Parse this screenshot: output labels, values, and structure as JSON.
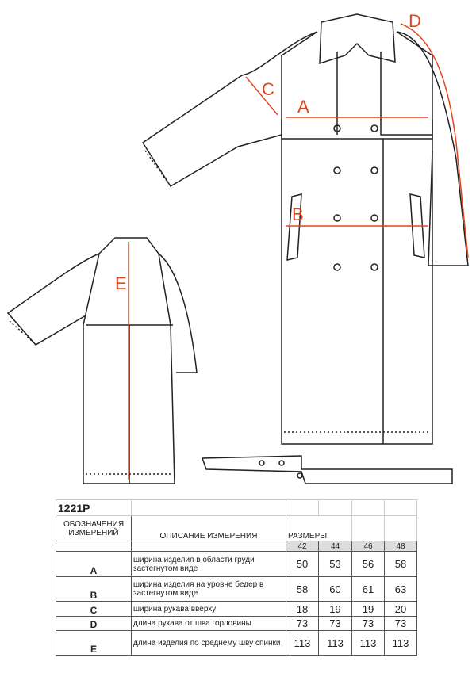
{
  "labels": {
    "A": "A",
    "B": "B",
    "C": "C",
    "D": "D",
    "E": "E"
  },
  "colors": {
    "measure": "#e0461e",
    "line": "#222222"
  },
  "table": {
    "model": "1221Р",
    "header_code": "ОБОЗНАЧЕНИЯ ИЗМЕРЕНИЙ",
    "header_desc": "ОПИСАНИЕ ИЗМЕРЕНИЯ",
    "header_sizes": "РАЗМЕРЫ",
    "sizes": [
      "42",
      "44",
      "46",
      "48"
    ],
    "rows": [
      {
        "code": "A",
        "desc": "ширина изделия в области груди застегнутом виде",
        "values": [
          "50",
          "53",
          "56",
          "58"
        ]
      },
      {
        "code": "B",
        "desc": "ширина изделия  на уровне бедер в застегнутом виде",
        "values": [
          "58",
          "60",
          "61",
          "63"
        ]
      },
      {
        "code": "C",
        "desc": "ширина рукава вверху",
        "values": [
          "18",
          "19",
          "19",
          "20"
        ]
      },
      {
        "code": "D",
        "desc": "длина рукава от шва горловины",
        "values": [
          "73",
          "73",
          "73",
          "73"
        ]
      },
      {
        "code": "E",
        "desc": "длина изделия по среднему шву спинки",
        "values": [
          "113",
          "113",
          "113",
          "113"
        ]
      }
    ]
  }
}
